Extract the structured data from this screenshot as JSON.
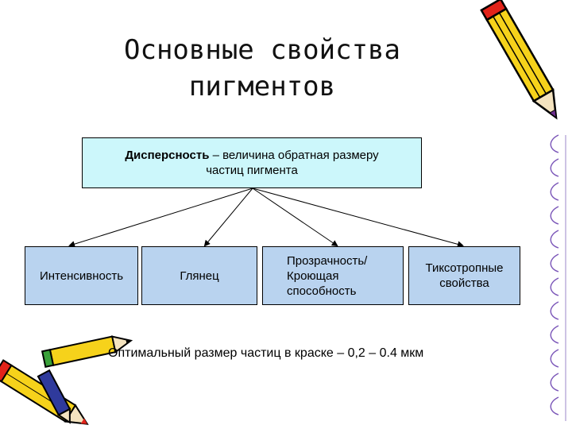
{
  "title": {
    "line1": "Основные свойства",
    "line2": "пигментов"
  },
  "root": {
    "term": "Дисперсность",
    "definition_rest": " – величина обратная размеру",
    "definition_line2": "частиц пигмента"
  },
  "children": [
    {
      "label": "Интенсивность"
    },
    {
      "label": "Глянец"
    },
    {
      "line1": "Прозрачность/",
      "line2": "Кроющая",
      "line3": "способность"
    },
    {
      "line1": "Тикcотропные",
      "line2": "свойства"
    }
  ],
  "footnote": "Оптимальный размер частиц в краске – 0,2 – 0.4 мкм",
  "colors": {
    "root_fill": "#ccf7fb",
    "child_fill": "#b9d3ef",
    "pencil_yellow": "#f6d21b",
    "pencil_red": "#e2231a",
    "pencil_green": "#3aa13a"
  },
  "icons": [
    "pencil-icon",
    "pencils-cluster-icon",
    "spiral-binding-icon"
  ]
}
